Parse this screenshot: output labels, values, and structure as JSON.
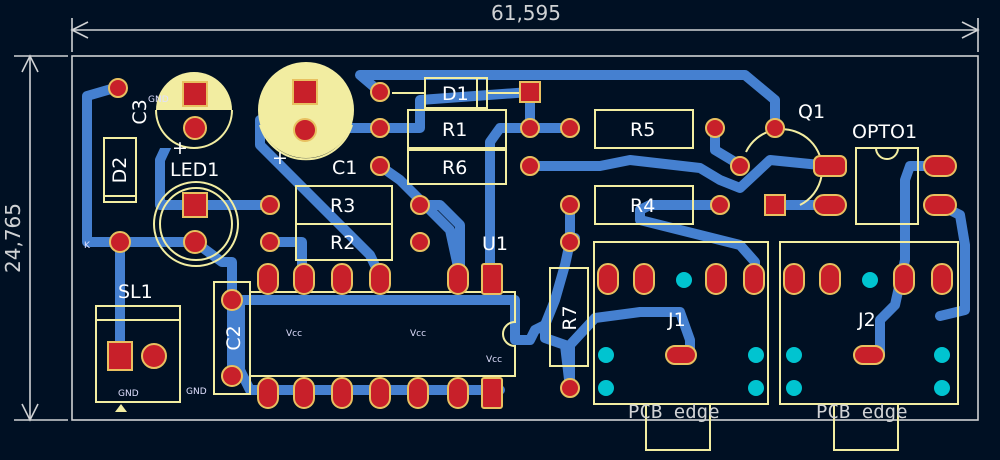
{
  "dimensions": {
    "width_label": "61,595",
    "height_label": "24,765"
  },
  "references": {
    "d1": "D1",
    "d2": "D2",
    "r1": "R1",
    "r2": "R2",
    "r3": "R3",
    "r4": "R4",
    "r5": "R5",
    "r6": "R6",
    "r7": "R7",
    "c1": "C1",
    "c2": "C2",
    "c3": "C3",
    "led1": "LED1",
    "q1": "Q1",
    "opto1": "OPTO1",
    "u1": "U1",
    "sl1": "SL1",
    "j1": "J1",
    "j2": "J2"
  },
  "labels": {
    "pcb_edge_1": "PCB edge",
    "pcb_edge_2": "PCB edge",
    "k_mark": "K",
    "plus_c1": "+",
    "plus_c3": "+"
  },
  "nets": {
    "vcc": "Vcc",
    "gnd": "GND"
  },
  "colors": {
    "background": "#001023",
    "copper": "#4580d0",
    "pad": "#c8202a",
    "silkscreen": "#f2eda1",
    "dimension": "#d0d2d4",
    "drill": "#00c4d0"
  }
}
